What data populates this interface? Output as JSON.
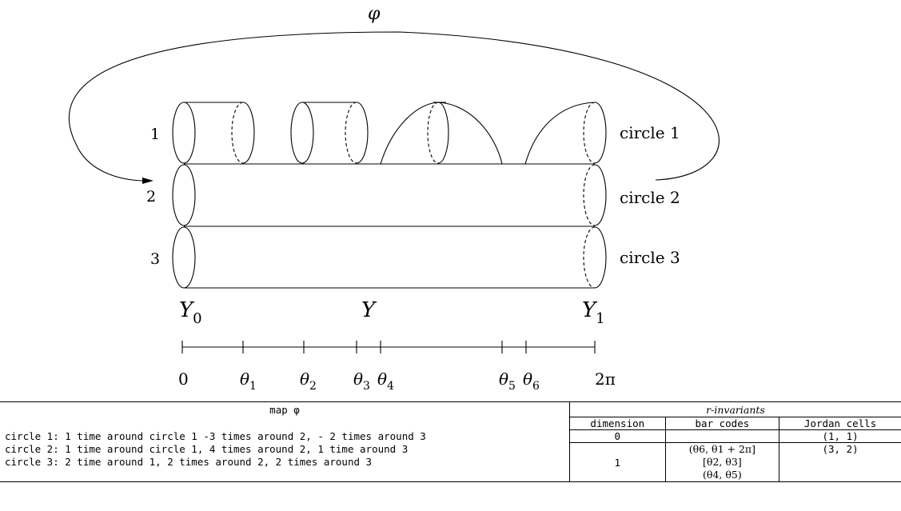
{
  "diagram": {
    "phi_label": "φ",
    "row_labels": [
      "1",
      "2",
      "3"
    ],
    "circle_labels": [
      "circle 1",
      "circle 2",
      "circle 3"
    ],
    "Y0_main": "Y",
    "Y0_sub": "0",
    "Y_label": "Y",
    "Y1_main": "Y",
    "Y1_sub": "1",
    "axis": {
      "zero": "0",
      "two_pi": "2π",
      "thetas": [
        {
          "sym": "θ",
          "sub": "1"
        },
        {
          "sym": "θ",
          "sub": "2"
        },
        {
          "sym": "θ",
          "sub": "3"
        },
        {
          "sym": "θ",
          "sub": "4"
        },
        {
          "sym": "θ",
          "sub": "5"
        },
        {
          "sym": "θ",
          "sub": "6"
        }
      ]
    }
  },
  "table": {
    "map_header": "map φ",
    "r_header": "r-invariants",
    "col_dimension": "dimension",
    "col_bar_codes": "bar codes",
    "col_jordan": "Jordan cells",
    "map_lines": [
      "circle 1: 1 time around circle 1 -3 times around 2, - 2 times around 3",
      "circle 2: 1 time around circle 1, 4 times around 2, 1 time around 3",
      "circle 3: 2 time around 1, 2 times around 2, 2 times around 3"
    ],
    "dim0": "0",
    "jordan0": "(1, 1)",
    "dim1": "1",
    "bar_codes1": [
      "(θ6, θ1 + 2π]",
      "[θ2, θ3]",
      "(θ4, θ5)"
    ],
    "jordan1": "(3, 2)"
  }
}
